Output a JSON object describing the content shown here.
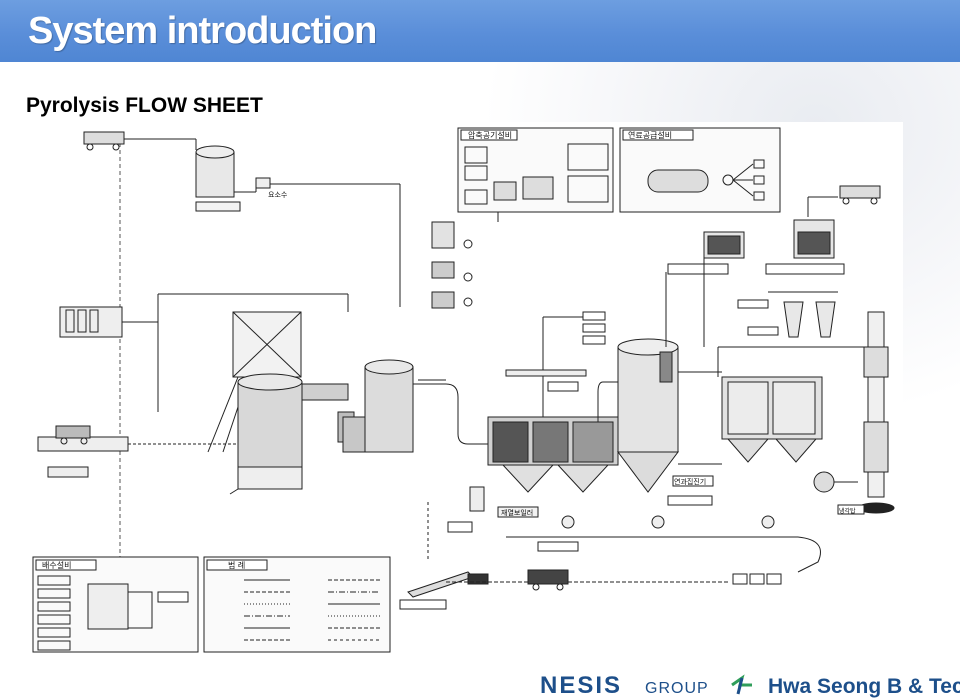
{
  "header": {
    "title": "System introduction"
  },
  "subtitle": "Pyrolysis FLOW SHEET",
  "diagram": {
    "legend_title": "범    례",
    "wastewater_title": "배수설비",
    "compressed_air_title": "압축공기설비",
    "fuel_supply_title": "연료공급설비",
    "urea_label": "요소수",
    "heat_exchanger_label": "재열보일러",
    "cyclone_label": "연과집진기",
    "cooler_label": "냉각탑"
  },
  "footer": {
    "brand_left": "NESIS",
    "brand_group": "GROUP",
    "brand_right": "Hwa Seong B & Tec"
  },
  "colors": {
    "title_bar": "#5a8ed9",
    "title_text": "#ffffff",
    "brand": "#1d4f8a",
    "logo_green": "#2f9e5a"
  }
}
